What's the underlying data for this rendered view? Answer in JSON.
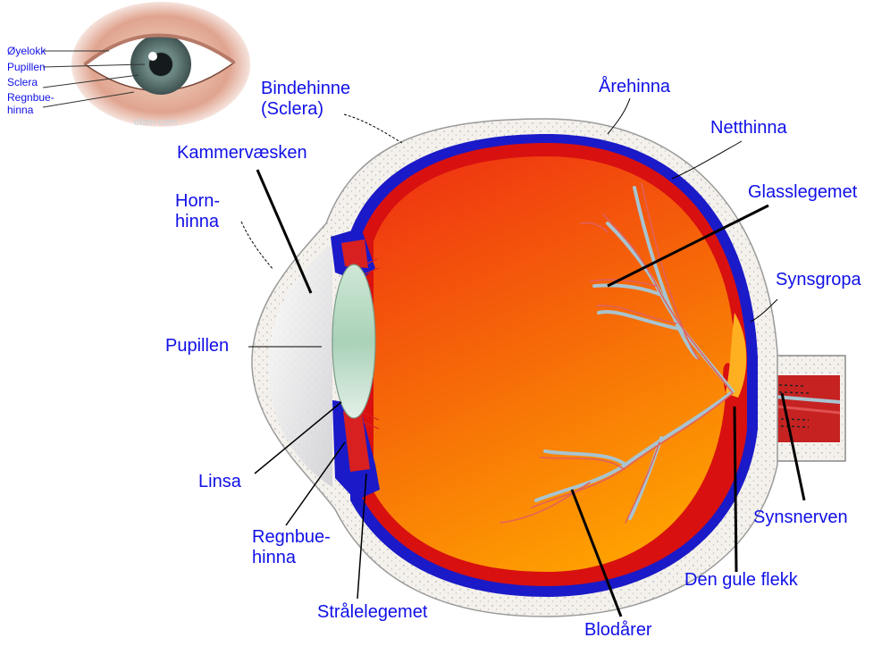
{
  "diagram": {
    "inset_labels": {
      "eyelid": "Øyelokk",
      "pupil": "Pupillen",
      "sclera": "Sclera",
      "iris": [
        "Regnbue-",
        "hinna"
      ]
    },
    "labels": {
      "sclera": [
        "Bindehinne",
        "(Sclera)"
      ],
      "aqueous": "Kammervæsken",
      "cornea": [
        "Horn-",
        "hinna"
      ],
      "pupil": "Pupillen",
      "lens": "Linsa",
      "iris": [
        "Regnbue-",
        "hinna"
      ],
      "ciliary": "Strålelegemet",
      "choroid": "Årehinna",
      "retina": "Netthinna",
      "vitreous": "Glasslegemet",
      "fovea": "Synsgropa",
      "optic_nerve": "Synsnerven",
      "macula": "Den gule flekk",
      "vessels": "Blodårer"
    },
    "colors": {
      "label_text": "#1010e8",
      "sclera_fill": "#f2efe9",
      "choroid": "#1a1ac8",
      "retina": "#d81010",
      "vitreous_top": "#f03a10",
      "vitreous_bottom": "#ffa000",
      "lens": "#bfe0c8",
      "vessel_red": "#e05050",
      "vessel_blue": "#a8c4d0"
    }
  }
}
